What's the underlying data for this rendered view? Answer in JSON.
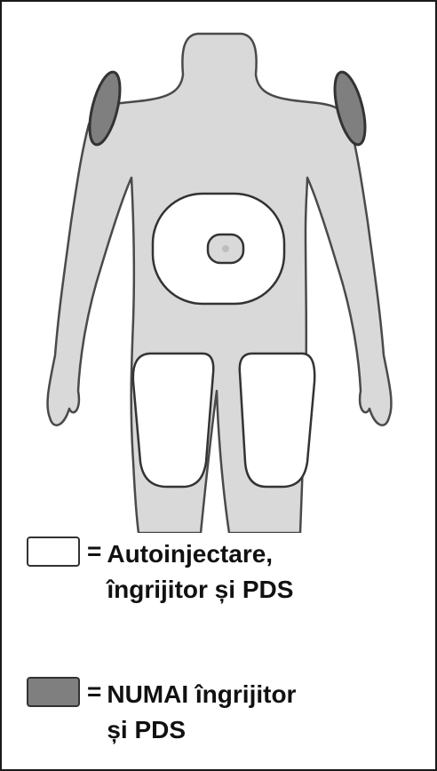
{
  "legend": {
    "self_caregiver_pds": {
      "line1": "Autoinjectare,",
      "line2": "îngrijitor și PDS",
      "swatch_color": "#ffffff"
    },
    "caregiver_pds_only": {
      "line1": "NUMAI îngrijitor",
      "line2": "și PDS",
      "swatch_color": "#7f7f7f"
    },
    "equals_sign": "="
  },
  "colors": {
    "body_fill": "#d9d9d9",
    "outline": "#4a4a4a",
    "zone_white": "#ffffff",
    "zone_grey": "#7f7f7f"
  }
}
